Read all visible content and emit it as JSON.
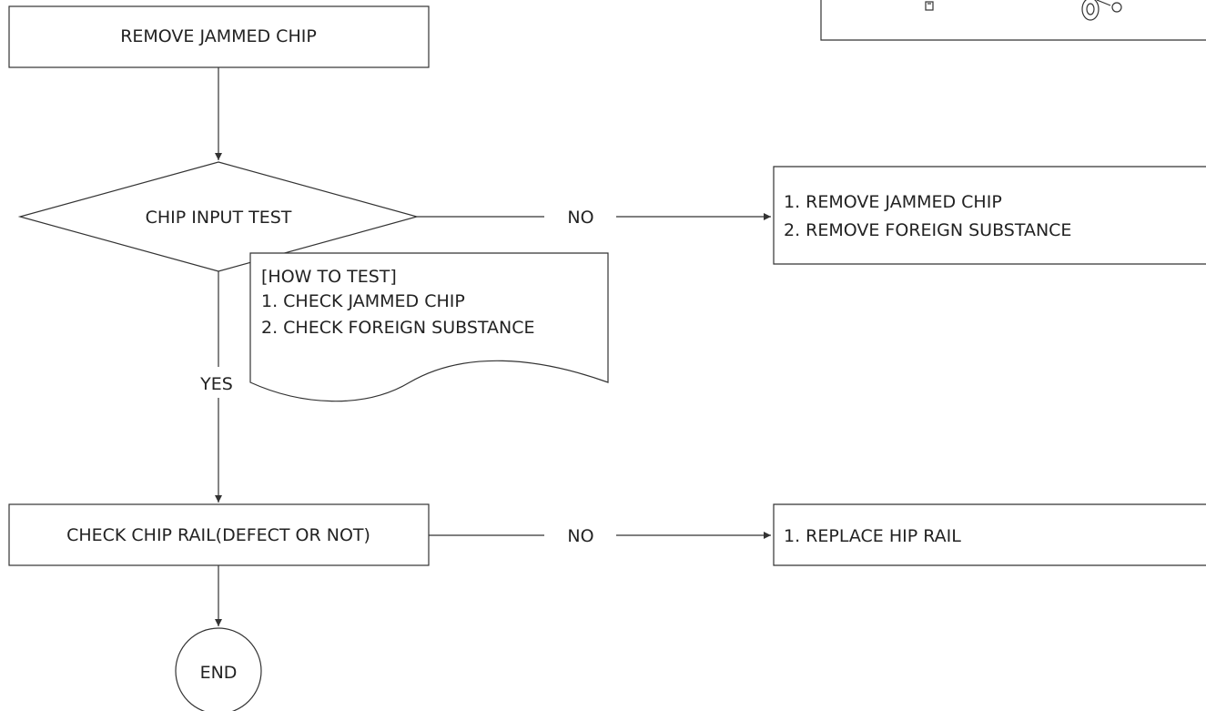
{
  "nodes": {
    "start": "REMOVE JAMMED CHIP",
    "decision": "CHIP INPUT TEST",
    "remedy1": [
      "1. REMOVE JAMMED CHIP",
      "2. REMOVE FOREIGN SUBSTANCE"
    ],
    "note": [
      "[HOW TO TEST]",
      "1. CHECK JAMMED CHIP",
      "2. CHECK FOREIGN SUBSTANCE"
    ],
    "check_rail": "CHECK CHIP RAIL(DEFECT OR NOT)",
    "remedy2": "1. REPLACE HIP RAIL",
    "end": "END"
  },
  "edges": {
    "no1": "NO",
    "yes": "YES",
    "no2": "NO"
  }
}
